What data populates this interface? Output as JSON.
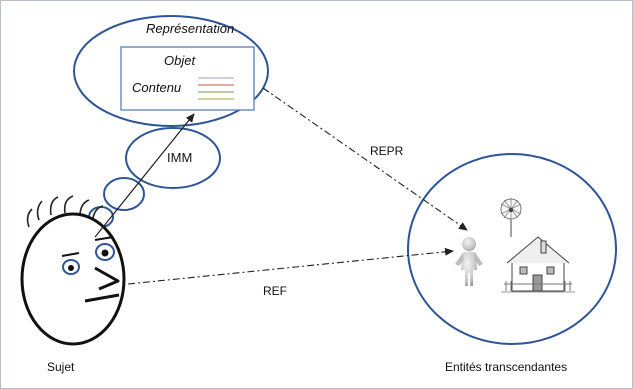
{
  "representation": {
    "title": "Représentation",
    "object_label": "Objet",
    "content_label": "Contenu"
  },
  "thought_bubble": {
    "label": "IMM"
  },
  "relations": {
    "representation_arrow_label": "REPR",
    "reference_arrow_label": "REF"
  },
  "subject": {
    "label": "Sujet"
  },
  "transcendent_entities": {
    "label": "Entités transcendantes",
    "icons": [
      "dandelion-icon",
      "person-3d-icon",
      "house-icon"
    ]
  },
  "colors": {
    "bubble_stroke": "#2e5597",
    "box_stroke": "#5b7fb8",
    "line": "#222222",
    "content_lines": [
      "#c65a4a",
      "#7d9c4a",
      "#b8a040",
      "#9aa6b4"
    ]
  }
}
